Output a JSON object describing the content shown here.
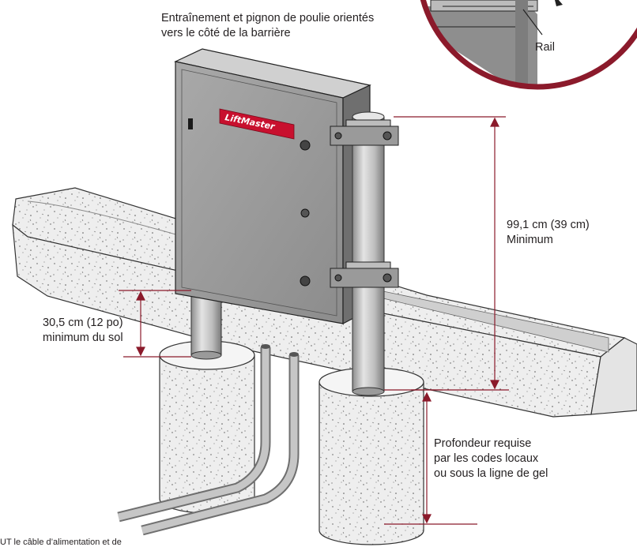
{
  "labels": {
    "drive_line1": "Entraînement et pignon de poulie orientés",
    "drive_line2": "vers le côté de la barrière",
    "rail": "Rail",
    "height_value": "99,1 cm (39 cm)",
    "height_note": "Minimum",
    "ground_value": "30,5 cm (12 po)",
    "ground_note": "minimum du sol",
    "depth_line1": "Profondeur requise",
    "depth_line2": "par les codes locaux",
    "depth_line3": "ou sous la ligne de gel",
    "warning_partial": "UT le câble d’alimentation et de"
  },
  "brand": "LiftMaster",
  "colors": {
    "dimension_line": "#8b1a2b",
    "magnifier_ring": "#8b1a2b",
    "brand_badge": "#c8102e",
    "cabinet": "#9d9d9d",
    "pole": "#c9c9c9",
    "concrete": "#efefef"
  }
}
